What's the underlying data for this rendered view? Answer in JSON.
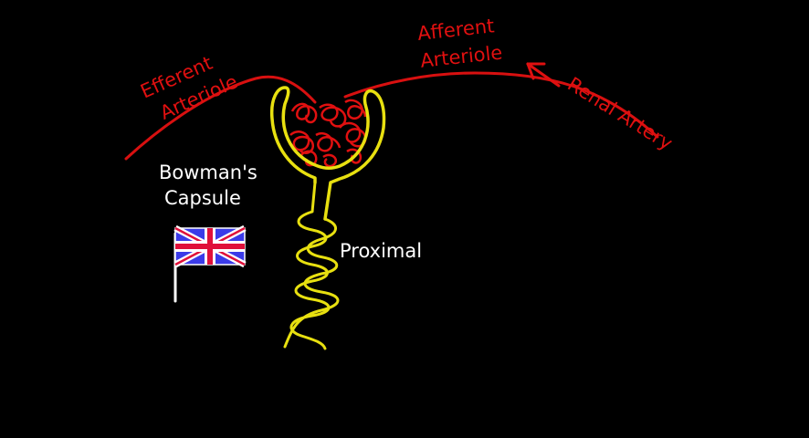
{
  "labels": {
    "efferent_line1": "Efferent",
    "efferent_line2": "Arteriole",
    "afferent_line1": "Afferent",
    "afferent_line2": "Arteriole",
    "renal_artery": "Renal Artery",
    "bowmans_line1": "Bowman's",
    "bowmans_line2": "Capsule",
    "proximal": "Proximal"
  },
  "icons": {
    "arrow": "left-arrow-icon",
    "flag": "union-jack-flag-icon"
  },
  "colors": {
    "background": "#000000",
    "arteriole": "#e01010",
    "tubule": "#e8e010",
    "text_white": "#ffffff",
    "flag_blue": "#3b3be8",
    "flag_red": "#e0103a"
  }
}
